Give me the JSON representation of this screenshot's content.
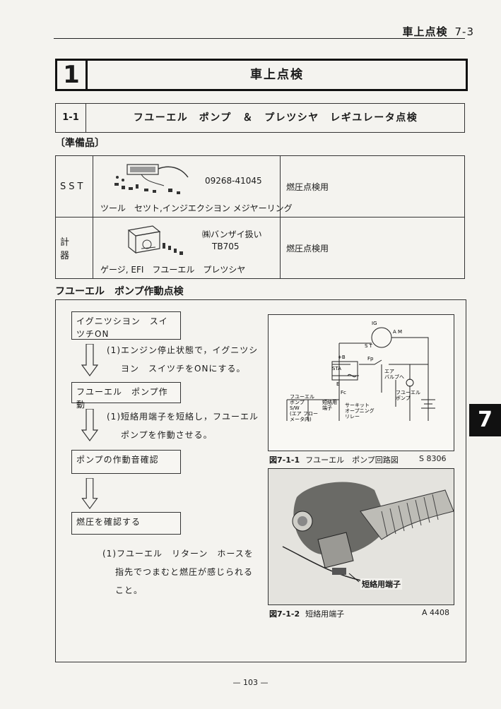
{
  "header": {
    "title": "車上点検",
    "page": "7-3"
  },
  "section": {
    "number": "1",
    "title": "車上点検"
  },
  "subsection": {
    "number": "1-1",
    "title": "フユーエル　ポンプ　＆　プレツシヤ　レギユレータ点検"
  },
  "preparation": {
    "label": "〔準備品〕",
    "rows": [
      {
        "category": "SST",
        "code": "09268-41045",
        "name": "ツール　セツト,インジエクシヨン メジヤーリング",
        "use": "燃圧点検用"
      },
      {
        "category": "計　器",
        "code_line1": "㈱バンザイ扱い",
        "code_line2": "TB705",
        "name": "ゲージ, EFI　フユーエル　プレツシヤ",
        "use": "燃圧点検用"
      }
    ]
  },
  "flow": {
    "title": "フユーエル　ポンプ作動点検",
    "steps": [
      {
        "label": "イグニツシヨン　スイツチON"
      },
      {
        "label": "フユーエル　ポンプ作動"
      },
      {
        "label": "ポンプの作動音確認"
      },
      {
        "label": "燃圧を確認する"
      }
    ],
    "notes": [
      {
        "line1": "(1)エンジン停止状態で，イグニツシ",
        "line2": "ヨン　スイツチをONにする。"
      },
      {
        "line1": "(1)短絡用端子を短絡し，フユーエル",
        "line2": "ポンプを作動させる。"
      },
      {
        "line1": "(1)フユーエル　リターン　ホースを",
        "line2": "指先でつまむと燃圧が感じられる",
        "line3": "こと。"
      }
    ]
  },
  "figures": [
    {
      "number": "図7-1-1",
      "caption": "フユーエル　ポンプ回路図",
      "code": "S 8306",
      "labels": {
        "ig": "IG",
        "am": "A M",
        "st": "S T",
        "b": "+B",
        "fp": "Fp",
        "sta": "STA",
        "e": "E",
        "fc": "Fc",
        "pump_sw": "フユーエル\nポンプ\nS/W\n(エア フロー\nメータ内)",
        "terminal": "短絡用\n端子",
        "relay": "サーキット\nオープニング\nリレー",
        "air_valve": "エア\nバルブへ",
        "fuel_pump": "フユーエル\nポンプ"
      }
    },
    {
      "number": "図7-1-2",
      "caption": "短絡用端子",
      "code": "A 4408",
      "callout": "短絡用端子"
    }
  ],
  "side_tab": "7",
  "footer": {
    "page": "— 103 —"
  }
}
